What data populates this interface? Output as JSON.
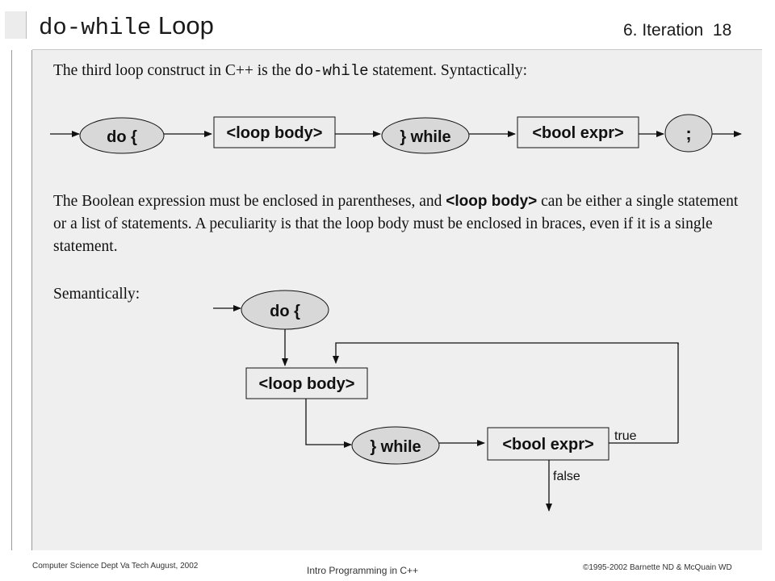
{
  "header": {
    "title_code": "do-while",
    "title_text": " Loop",
    "section": "6. Iteration",
    "page_number": "18"
  },
  "body": {
    "intro_before": "The third loop construct in C++ is the ",
    "intro_code": "do-while",
    "intro_after": " statement.  Syntactically:",
    "p2_before": "The Boolean expression must be enclosed in parentheses, and ",
    "p2_bold": "<loop body>",
    "p2_after": " can be either a single statement or a list of statements.  A peculiarity is that the loop body must be enclosed in braces, even if it is a single statement.",
    "semantic_label": "Semantically:"
  },
  "syntax_diagram": {
    "do": "do {",
    "body": "<loop body>",
    "while": "} while",
    "expr": "<bool expr>",
    "semicolon": ";"
  },
  "flow_diagram": {
    "do": "do {",
    "body": "<loop body>",
    "while": "} while",
    "expr": "<bool expr>",
    "true_label": "true",
    "false_label": "false"
  },
  "footer": {
    "left": "Computer Science Dept Va Tech  August, 2002",
    "center": "Intro Programming in C++",
    "right": "©1995-2002  Barnette ND & McQuain WD"
  }
}
